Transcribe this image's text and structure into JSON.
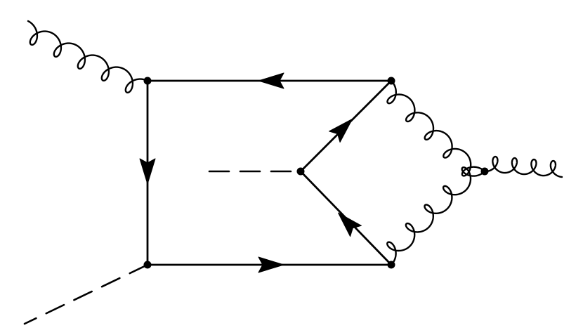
{
  "diagram": {
    "kind": "feynman-diagram",
    "colors": {
      "ink": "#000000",
      "background": "#ffffff"
    },
    "vertices": [
      "v-top-left",
      "v-bottom-left",
      "v-top-right",
      "v-bottom-right",
      "v-middle",
      "v-right"
    ],
    "propagators": [
      {
        "name": "incoming-gluon",
        "type": "gluon",
        "from": "external",
        "to": "v-top-left"
      },
      {
        "name": "incoming-scalar",
        "type": "scalar",
        "from": "external",
        "to": "v-bottom-left"
      },
      {
        "name": "fermion-top",
        "type": "fermion",
        "from": "v-top-right",
        "to": "v-top-left",
        "arrow": "left"
      },
      {
        "name": "fermion-left",
        "type": "fermion",
        "from": "v-top-left",
        "to": "v-bottom-left",
        "arrow": "down"
      },
      {
        "name": "fermion-bottom",
        "type": "fermion",
        "from": "v-bottom-left",
        "to": "v-bottom-right",
        "arrow": "right"
      },
      {
        "name": "fermion-inner-upper",
        "type": "fermion",
        "from": "v-middle",
        "to": "v-top-right",
        "arrow": "up-right"
      },
      {
        "name": "fermion-inner-lower",
        "type": "fermion",
        "from": "v-bottom-right",
        "to": "v-middle",
        "arrow": "up-left"
      },
      {
        "name": "middle-scalar",
        "type": "scalar",
        "from": "external",
        "to": "v-middle"
      },
      {
        "name": "gluon-upper-right",
        "type": "gluon",
        "from": "v-top-right",
        "to": "v-right"
      },
      {
        "name": "gluon-lower-right",
        "type": "gluon",
        "from": "v-bottom-right",
        "to": "v-right"
      },
      {
        "name": "outgoing-gluon",
        "type": "gluon",
        "from": "v-right",
        "to": "external"
      }
    ]
  }
}
